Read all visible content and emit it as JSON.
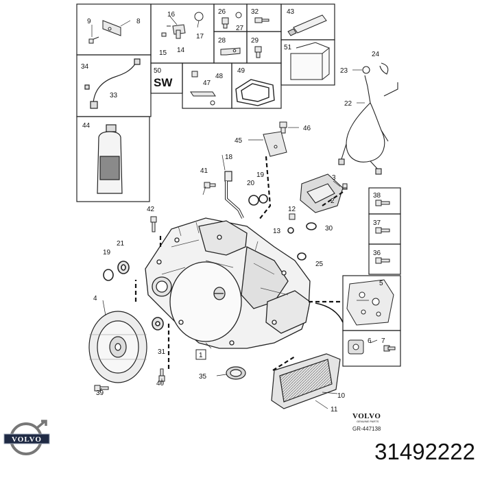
{
  "diagram": {
    "callouts": [
      "1",
      "2",
      "3",
      "4",
      "5",
      "6",
      "7",
      "8",
      "9",
      "10",
      "11",
      "12",
      "13",
      "14",
      "15",
      "16",
      "17",
      "18",
      "19",
      "20",
      "21",
      "22",
      "23",
      "24",
      "25",
      "26",
      "27",
      "28",
      "29",
      "30",
      "31",
      "32",
      "33",
      "34",
      "35",
      "36",
      "37",
      "38",
      "39",
      "40",
      "41",
      "42",
      "43",
      "44",
      "45",
      "46",
      "47",
      "48",
      "49",
      "50",
      "51"
    ],
    "sw_label": "SW",
    "brand_word": "VOLVO",
    "brand_sub": "GENUINE PARTS",
    "reference": "GR-447138"
  },
  "footer": {
    "logo_word": "VOLVO",
    "part_number": "31492222"
  }
}
